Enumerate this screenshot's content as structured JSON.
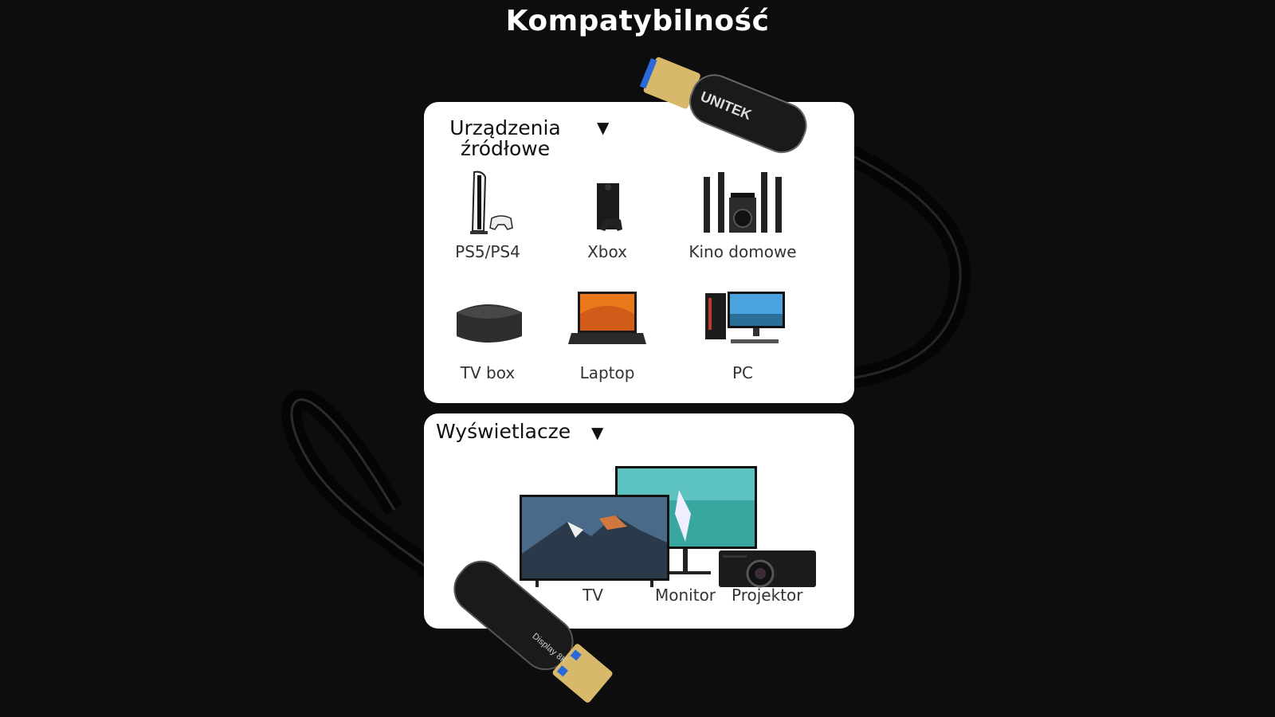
{
  "title": "Kompatybilność",
  "source_section": {
    "heading_line1": "Urządzenia",
    "heading_line2": "źródłowe",
    "arrow": "▼",
    "devices": [
      {
        "label": "PS5/PS4",
        "icon": "console-icon"
      },
      {
        "label": "Xbox",
        "icon": "xbox-icon"
      },
      {
        "label": "Kino domowe",
        "icon": "home-theater-icon"
      },
      {
        "label": "TV box",
        "icon": "tv-box-icon"
      },
      {
        "label": "Laptop",
        "icon": "laptop-icon"
      },
      {
        "label": "PC",
        "icon": "pc-icon"
      }
    ]
  },
  "display_section": {
    "heading": "Wyświetlacze",
    "arrow": "▼",
    "devices": [
      {
        "label": "TV",
        "icon": "tv-icon"
      },
      {
        "label": "Monitor",
        "icon": "monitor-icon"
      },
      {
        "label": "Projektor",
        "icon": "projector-icon"
      }
    ]
  },
  "cable": {
    "brand": "UNITEK",
    "tip_text": "Display 8K"
  }
}
